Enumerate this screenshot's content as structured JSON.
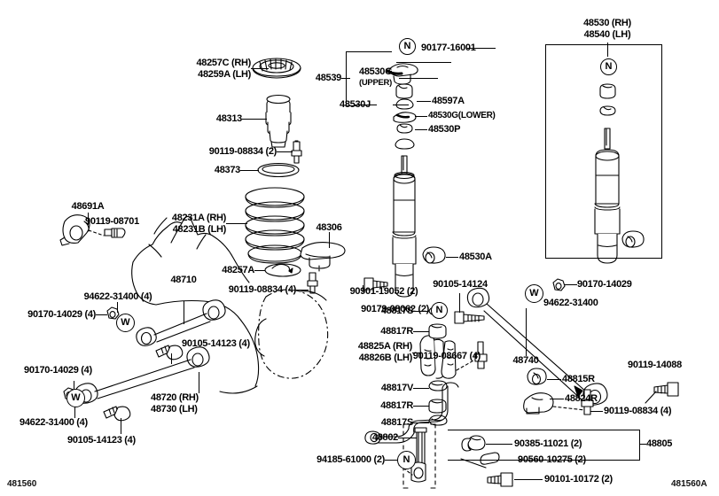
{
  "document": {
    "type": "automotive-parts-illustration",
    "subject": "Rear suspension / shock absorber assembly exploded view",
    "code_bottom_left": "481560",
    "code_bottom_right": "481560A",
    "line_color": "#000000",
    "background_color": "#ffffff"
  },
  "inset": {
    "title_line1": "48530 (RH)",
    "title_line2": "48540 (LH)",
    "marker": "N"
  },
  "labels": {
    "spring_seat_rh": "48257C (RH)",
    "spring_seat_lh": "48259A (LH)",
    "bumper": "48313",
    "bolt_90119_08834_2": "90119-08834 (2)",
    "insulator_48373": "48373",
    "coil_spring_rh": "48231A (RH)",
    "coil_spring_lh": "48231B (LH)",
    "seat_48257a": "48257A",
    "bolt_90119_08834_4": "90119-08834 (4)",
    "stopper_48306": "48306",
    "group_48539": "48539",
    "cushion_48530g_upper_line1": "48530G",
    "cushion_48530g_upper_line2": "(UPPER)",
    "retainer_48530j": "48530J",
    "nut_90177_16001": "90177-16001",
    "bracket_48597a": "48597A",
    "cushion_48530g_lower": "48530G(LOWER)",
    "plate_48530p": "48530P",
    "bushing_48530a": "48530A",
    "bolt_90901_19052": "90901-19052 (2)",
    "bracket_48691a": "48691A",
    "bolt_90119_08701": "90119-08701",
    "arm_48710": "48710",
    "washer_94622_31400_4_a": "94622-31400 (4)",
    "nut_90170_14029_4_a": "90170-14029 (4)",
    "bolt_90105_14123_4_a": "90105-14123 (4)",
    "nut_90170_14029_4_b": "90170-14029 (4)",
    "arm_48720_rh": "48720 (RH)",
    "arm_48730_lh": "48730 (LH)",
    "washer_94622_31400_4_b": "94622-31400 (4)",
    "bolt_90105_14123_4_b": "90105-14123 (4)",
    "nut_90179_08062": "90179-08062 (2)",
    "bushing_48817s_top": "48817S",
    "bushing_48817r_top": "48817R",
    "bracket_48825a_rh": "48825A (RH)",
    "bracket_48826b_lh": "48826B (LH)",
    "bushing_48817v": "48817V",
    "bushing_48817r_bottom": "48817R",
    "bushing_48817s_bottom": "48817S",
    "bolt_90105_14124": "90105-14124",
    "bolt_90119_08667_4": "90119-08667 (4)",
    "rod_48740": "48740",
    "nut_90170_14029_right": "90170-14029",
    "washer_94622_31400_right": "94622-31400",
    "bracket_48815r": "48815R",
    "bracket_48824r": "48824R",
    "bolt_90119_08834_4_right": "90119-08834 (4)",
    "bolt_90119_14088": "90119-14088",
    "link_48802": "48802",
    "nut_94185_61000": "94185-61000 (2)",
    "group_48805": "48805",
    "bushing_90385_11021": "90385-11021 (2)",
    "collar_90560_10275": "90560-10275 (2)",
    "bolt_90101_10172": "90101-10172 (2)"
  },
  "markers": {
    "n_top": "N",
    "n_mid": "N",
    "n_bottom": "N",
    "w_left_a": "W",
    "w_left_b": "W",
    "w_right": "W"
  }
}
